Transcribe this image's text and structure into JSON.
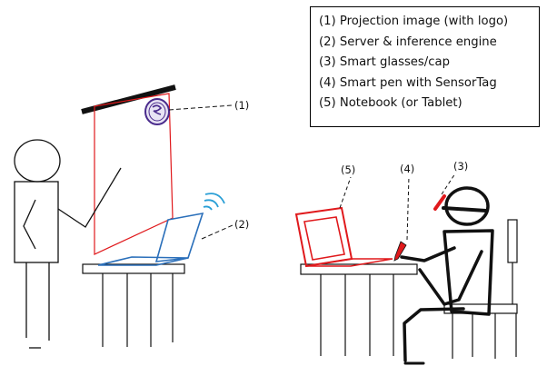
{
  "legend": {
    "items": [
      "(1) Projection image (with logo)",
      "(2) Server & inference engine",
      "(3) Smart glasses/cap",
      "(4) Smart pen with SensorTag",
      "(5) Notebook (or Tablet)"
    ]
  },
  "callouts": {
    "projection": "(1)",
    "server": "(2)",
    "glasses": "(3)",
    "pen": "(4)",
    "notebook": "(5)"
  },
  "colors": {
    "red": "#e0191c",
    "blue": "#2a6fba",
    "purple": "#4a2b8c",
    "ink": "#111111"
  },
  "icons": [
    "logo-seal-icon",
    "wifi-icon"
  ]
}
